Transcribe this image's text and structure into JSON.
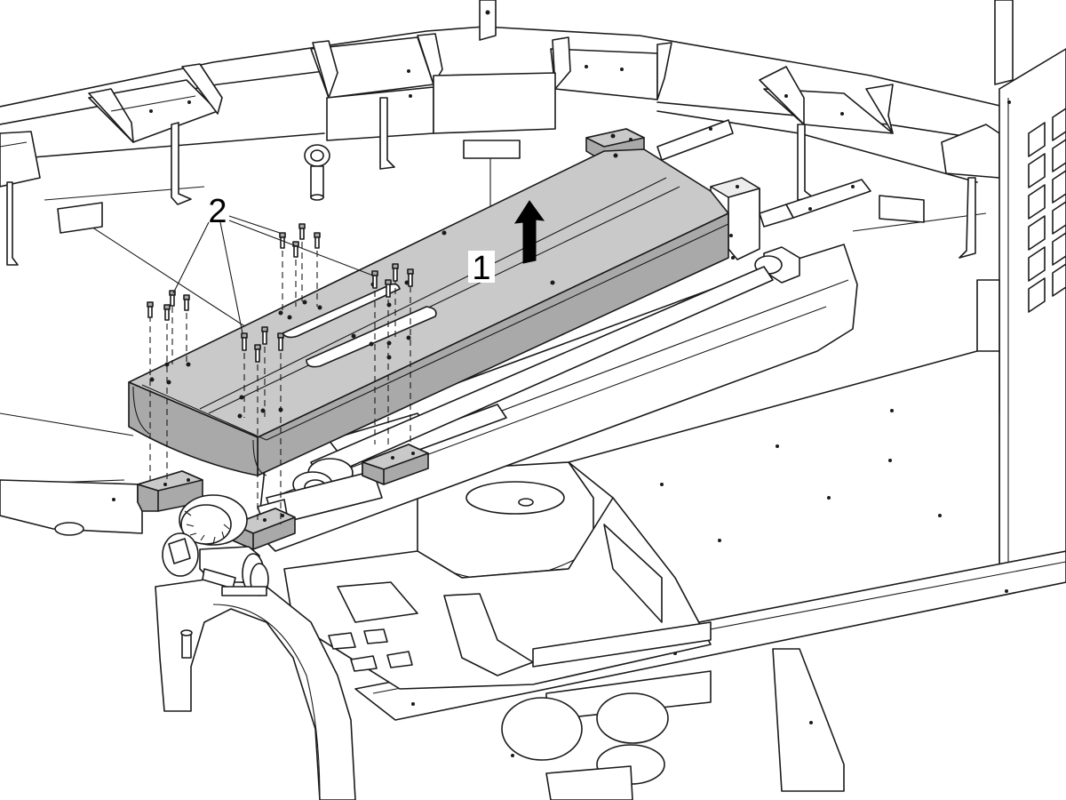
{
  "callouts": [
    {
      "id": "1",
      "text": "1"
    },
    {
      "id": "2",
      "text": "2"
    }
  ],
  "colors": {
    "line": "#1a1a1a",
    "removed_part_fill": "#c9c9c9",
    "removed_part_side": "#a9a9a9",
    "background": "#ffffff"
  },
  "icons": {
    "lift_direction": "up-arrow-icon"
  }
}
